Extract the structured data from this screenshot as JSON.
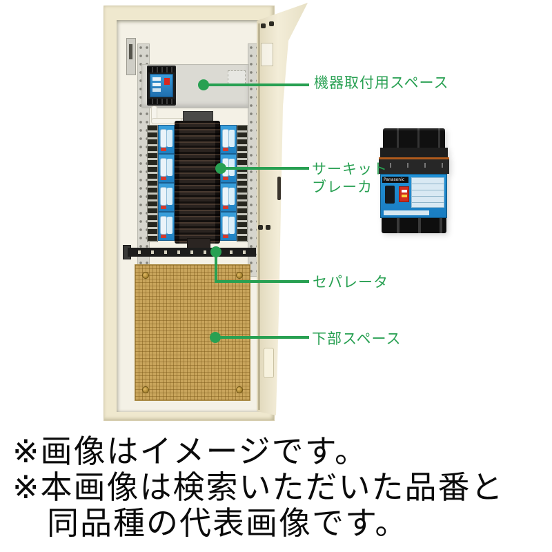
{
  "colors": {
    "annotation_green": "#28a052",
    "cabinet_cream": "#efe8ce",
    "branch_breaker_blue": "#2e96d4",
    "pegboard_tan": "#c9a55c",
    "product_breaker_blue": "#1e86c8"
  },
  "callouts": [
    {
      "id": "equipment-space",
      "label": "機器取付用スペース"
    },
    {
      "id": "circuit-breaker",
      "line1": "サーキット",
      "line2": "ブレーカ"
    },
    {
      "id": "separator",
      "label": "セパレータ"
    },
    {
      "id": "lower-space",
      "label": "下部スペース"
    }
  ],
  "product_breaker": {
    "brand": "Panasonic"
  },
  "footnotes": {
    "line1": "※画像はイメージです。",
    "line2": "※本画像は検索いただいた品番と",
    "line3": "同品種の代表画像です。"
  }
}
